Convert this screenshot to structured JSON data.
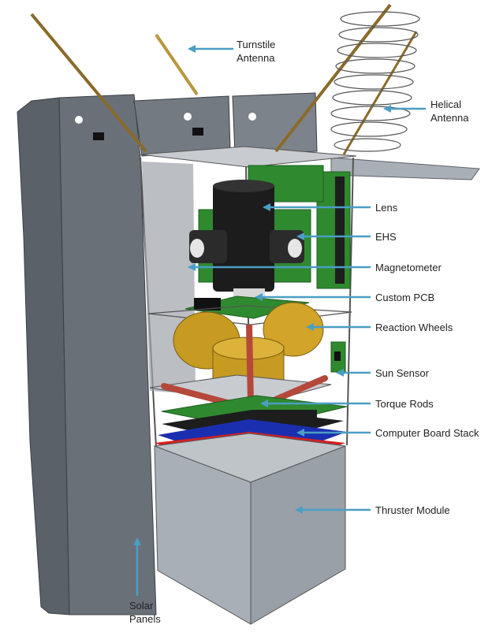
{
  "labels": {
    "turnstile": "Turnstile\nAntenna",
    "helical": "Helical\nAntenna",
    "lens": "Lens",
    "ehs": "EHS",
    "magnetometer": "Magnetometer",
    "custom_pcb": "Custom PCB",
    "reaction_wheels": "Reaction Wheels",
    "sun_sensor": "Sun Sensor",
    "torque_rods": "Torque  Rods",
    "computer_board_stack": "Computer  Board Stack",
    "thruster_module": "Thruster Module",
    "solar_panels": "Solar\nPanels"
  },
  "colors": {
    "arrow": "#4a9ec4",
    "panel": "#5b6169",
    "frame": "#d4d7db",
    "pcb": "#2f8a2f",
    "gold": "#c79a22",
    "antenna": "#8a6a2a",
    "thruster": "#a9afb6"
  }
}
